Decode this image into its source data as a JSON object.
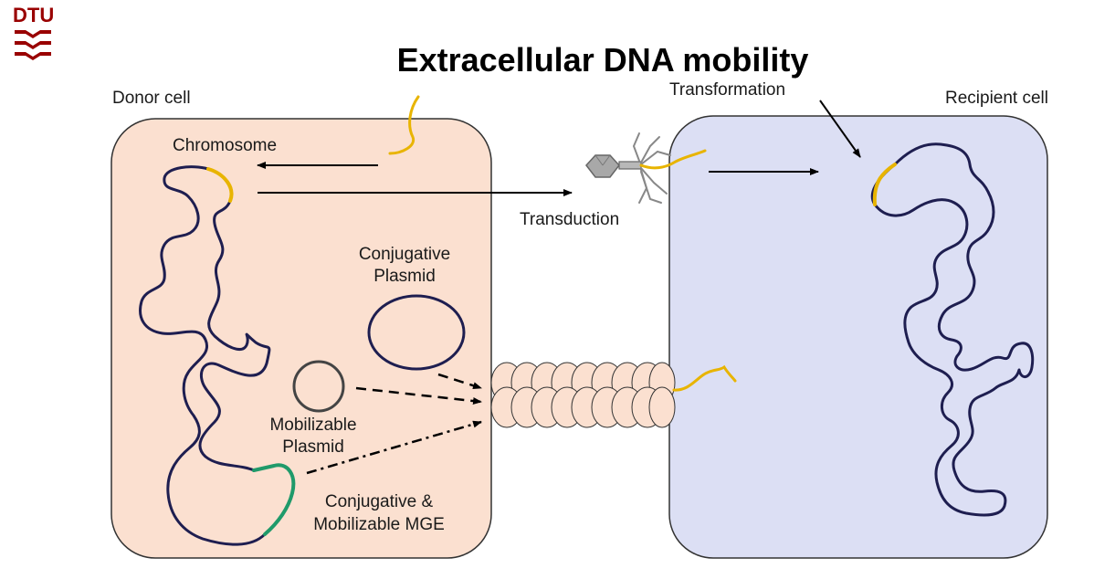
{
  "logo": {
    "text": "DTU",
    "color": "#990000"
  },
  "title": "Extracellular DNA mobility",
  "labels": {
    "donor_cell": "Donor cell",
    "recipient_cell": "Recipient cell",
    "chromosome": "Chromosome",
    "transformation": "Transformation",
    "transduction": "Transduction",
    "conjugative_plasmid_line1": "Conjugative",
    "conjugative_plasmid_line2": "Plasmid",
    "mobilizable_plasmid_line1": "Mobilizable",
    "mobilizable_plasmid_line2": "Plasmid",
    "mge_line1": "Conjugative &",
    "mge_line2": "Mobilizable MGE"
  },
  "colors": {
    "donor_fill": "#fbe0d0",
    "recipient_fill": "#dcdff4",
    "cell_border": "#333333",
    "dna_strand": "#1e1e50",
    "transferred_dna": "#e8b400",
    "mge": "#1f9a6a",
    "pilus_fill": "#fbe0d0"
  }
}
